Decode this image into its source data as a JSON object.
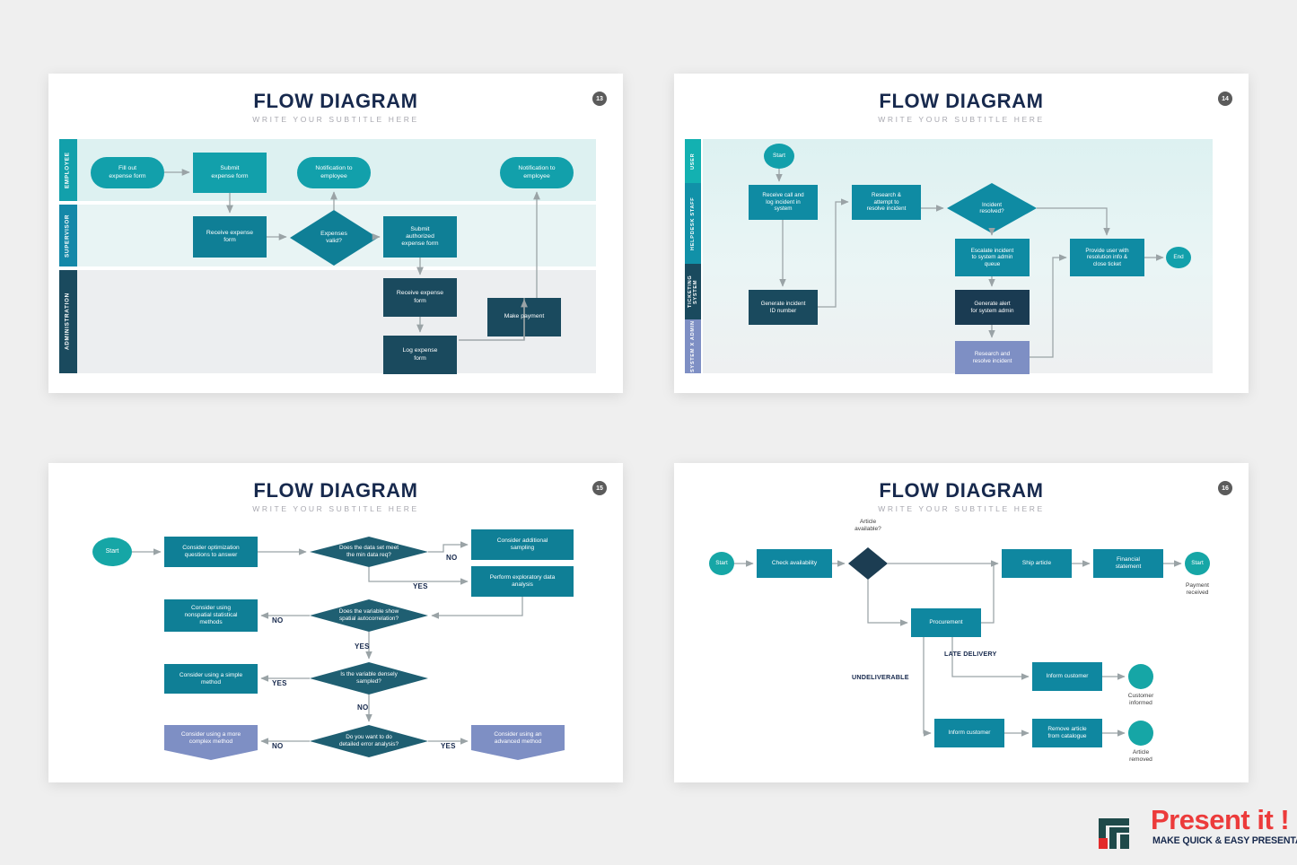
{
  "theme": {
    "background": "#efefef",
    "card": "#ffffff",
    "title_color": "#17294d",
    "subtitle_color": "#a8a8b0",
    "teal": "#12a0ab",
    "teal_dark": "#0f7f96",
    "navy": "#1a4a5e",
    "navy_deep": "#1c3d52",
    "periwinkle": "#7e8fc4",
    "arrow": "#9aa3a6",
    "lane_tint_1": "#ddf1f1",
    "lane_tint_2": "#e8f4f4",
    "lane_tint_3": "#eceef0"
  },
  "slides": [
    {
      "title": "FLOW DIAGRAM",
      "subtitle": "WRITE YOUR SUBTITLE HERE",
      "page": "13",
      "lanes": [
        {
          "label": "EMPLOYEE"
        },
        {
          "label": "SUPERVISOR"
        },
        {
          "label": "ADMINISTRATION"
        }
      ],
      "nodes": [
        {
          "id": "n1",
          "text": "Fill out\nexpense form",
          "shape": "stadium"
        },
        {
          "id": "n2",
          "text": "Submit\nexpense form",
          "shape": "rect"
        },
        {
          "id": "n3",
          "text": "Notification to\nemployee",
          "shape": "stadium"
        },
        {
          "id": "n4",
          "text": "Notification to\nemployee",
          "shape": "stadium"
        },
        {
          "id": "n5",
          "text": "Receive expense\nform",
          "shape": "rect"
        },
        {
          "id": "n6",
          "text": "Expenses\nvalid?",
          "shape": "diamond"
        },
        {
          "id": "n7",
          "text": "Submit\nauthorized\nexpense form",
          "shape": "rect"
        },
        {
          "id": "n8",
          "text": "Receive expense\nform",
          "shape": "rect"
        },
        {
          "id": "n9",
          "text": "Log expense\nform",
          "shape": "rect"
        },
        {
          "id": "n10",
          "text": "Make payment",
          "shape": "rect"
        }
      ]
    },
    {
      "title": "FLOW DIAGRAM",
      "subtitle": "WRITE YOUR SUBTITLE HERE",
      "page": "14",
      "lanes": [
        {
          "label": "USER"
        },
        {
          "label": "HELPDESK STAFF"
        },
        {
          "label": "TICKETING SYSTEM"
        },
        {
          "label": "SYSTEM X ADMIN"
        }
      ],
      "nodes": [
        {
          "id": "m1",
          "text": "Start",
          "shape": "circle"
        },
        {
          "id": "m2",
          "text": "Receive call and\nlog incident in\nsystem",
          "shape": "rect"
        },
        {
          "id": "m3",
          "text": "Research &\nattempt to\nresolve incident",
          "shape": "rect"
        },
        {
          "id": "m4",
          "text": "Incident\nresolved?",
          "shape": "diamond"
        },
        {
          "id": "m5",
          "text": "Escalate incident\nto system admin\nqueue",
          "shape": "rect"
        },
        {
          "id": "m6",
          "text": "Provide user with\nresolution info &\nclose ticket",
          "shape": "rect"
        },
        {
          "id": "m7",
          "text": "End",
          "shape": "circle"
        },
        {
          "id": "m8",
          "text": "Generate incident\nID number",
          "shape": "rect"
        },
        {
          "id": "m9",
          "text": "Generate alert\nfor system admin",
          "shape": "rect"
        },
        {
          "id": "m10",
          "text": "Research and\nresolve incident",
          "shape": "rect"
        }
      ]
    },
    {
      "title": "FLOW DIAGRAM",
      "subtitle": "WRITE YOUR SUBTITLE HERE",
      "page": "15",
      "nodes": [
        {
          "id": "p1",
          "text": "Start",
          "shape": "circle"
        },
        {
          "id": "p2",
          "text": "Consider optimization\nquestions to answer",
          "shape": "rect"
        },
        {
          "id": "p3",
          "text": "Does the data set meet\nthe min data req?",
          "shape": "diamond"
        },
        {
          "id": "p4",
          "text": "Consider additional\nsampling",
          "shape": "rect"
        },
        {
          "id": "p5",
          "text": "Perform exploratory data\nanalysis",
          "shape": "rect"
        },
        {
          "id": "p6",
          "text": "Does the variable show\nspatial autocorrelation?",
          "shape": "diamond"
        },
        {
          "id": "p7",
          "text": "Consider using\nnonspatial statistical\nmethods",
          "shape": "rect"
        },
        {
          "id": "p8",
          "text": "Is the variable densely\nsampled?",
          "shape": "diamond"
        },
        {
          "id": "p9",
          "text": "Consider using a simple\nmethod",
          "shape": "rect"
        },
        {
          "id": "p10",
          "text": "Do you want to do\ndetailed error analysis?",
          "shape": "diamond"
        },
        {
          "id": "p11",
          "text": "Consider using a more\ncomplex method",
          "shape": "pentagon"
        },
        {
          "id": "p12",
          "text": "Consider using an\nadvanced method",
          "shape": "pentagon"
        }
      ],
      "edge_labels": [
        "NO",
        "YES",
        "NO",
        "YES",
        "YES",
        "NO",
        "NO",
        "YES"
      ]
    },
    {
      "title": "FLOW DIAGRAM",
      "subtitle": "WRITE YOUR SUBTITLE HERE",
      "page": "16",
      "nodes": [
        {
          "id": "q1",
          "text": "Start",
          "shape": "circle"
        },
        {
          "id": "q2",
          "text": "Check availability",
          "shape": "rect"
        },
        {
          "id": "q3",
          "text": "",
          "shape": "diamond"
        },
        {
          "id": "q4",
          "text": "Ship article",
          "shape": "rect"
        },
        {
          "id": "q5",
          "text": "Financial\nstatement",
          "shape": "rect"
        },
        {
          "id": "q6",
          "text": "Start",
          "shape": "circle"
        },
        {
          "id": "q7",
          "text": "Procurement",
          "shape": "rect"
        },
        {
          "id": "q8",
          "text": "Inform customer",
          "shape": "rect"
        },
        {
          "id": "q9",
          "text": "",
          "shape": "circle"
        },
        {
          "id": "q10",
          "text": "Inform customer",
          "shape": "rect"
        },
        {
          "id": "q11",
          "text": "Remove article\nfrom catalogue",
          "shape": "rect"
        },
        {
          "id": "q12",
          "text": "",
          "shape": "circle"
        }
      ],
      "annotations": {
        "article_available": "Article\navailable?",
        "payment_received": "Payment\nreceived",
        "late_delivery": "LATE DELIVERY",
        "undeliverable": "UNDELIVERABLE",
        "customer_informed": "Customer\ninformed",
        "article_removed": "Article\nremoved"
      }
    }
  ],
  "logo": {
    "name": "Present it !",
    "tagline": "MAKE QUICK & EASY PRESENTATIONS"
  }
}
